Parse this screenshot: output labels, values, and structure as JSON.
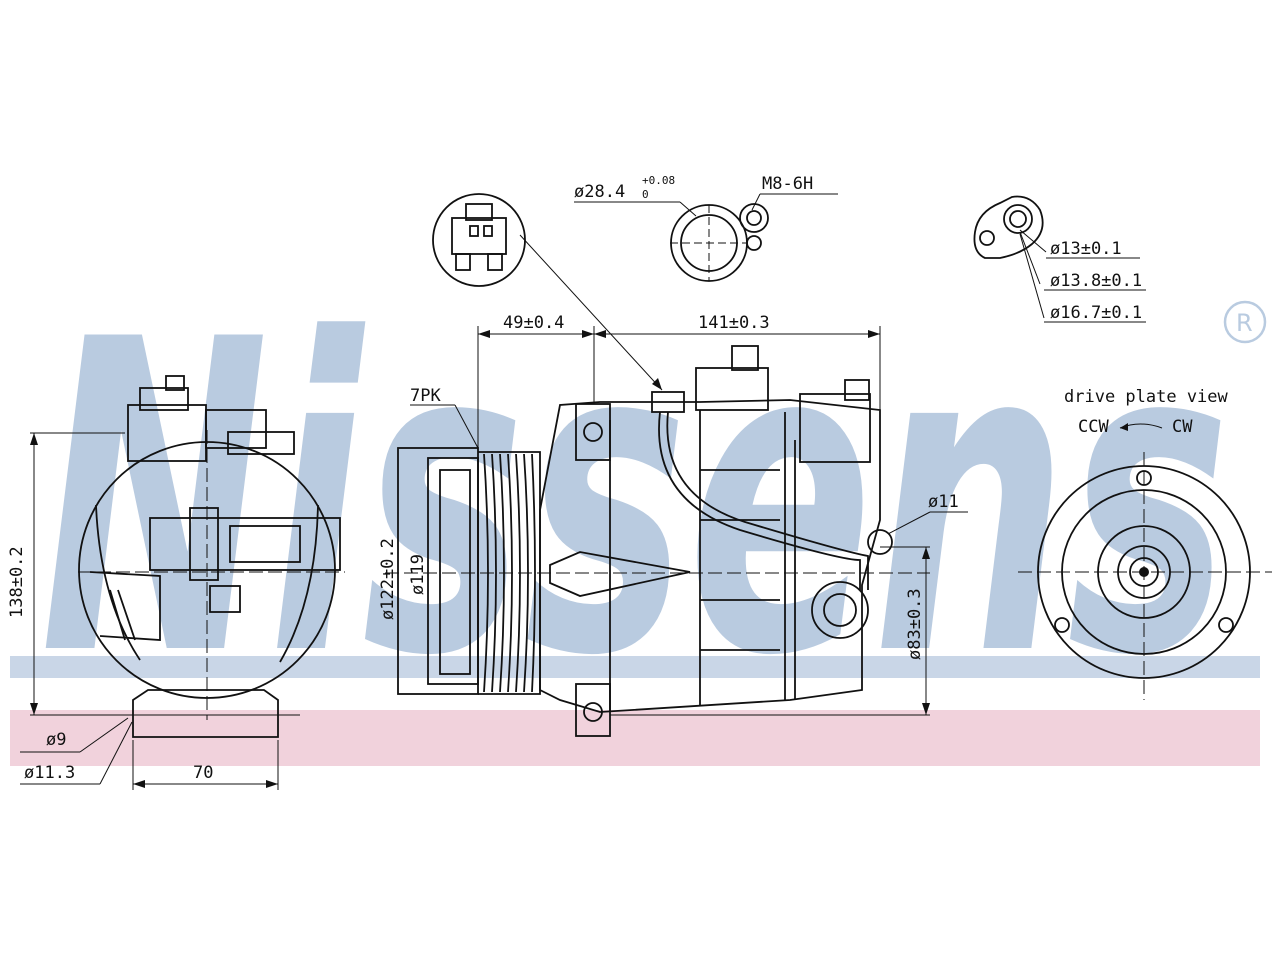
{
  "watermark": {
    "brand": "Nissens",
    "registered_mark": "®",
    "brand_color": "#b9cbe0",
    "band_blue": "#c9d6e7",
    "band_pink": "#f1d2dc"
  },
  "labels": {
    "pipe_dia": "ø28.4",
    "pipe_tol_upper": "+0.08",
    "pipe_tol_lower": "0",
    "thread": "M8-6H",
    "port_d1": "ø13±0.1",
    "port_d2": "ø13.8±0.1",
    "port_d3": "ø16.7±0.1",
    "len_a": "49±0.4",
    "len_b": "141±0.3",
    "belt": "7PK",
    "hole": "ø11",
    "height": "138±0.2",
    "pulley_outer": "ø122±0.2",
    "pulley_inner": "ø119",
    "body_dia": "ø83±0.3",
    "mount_d1": "ø9",
    "mount_d2": "ø11.3",
    "width": "70",
    "drive_view": "drive plate view",
    "ccw": "CCW",
    "cw": "CW"
  }
}
